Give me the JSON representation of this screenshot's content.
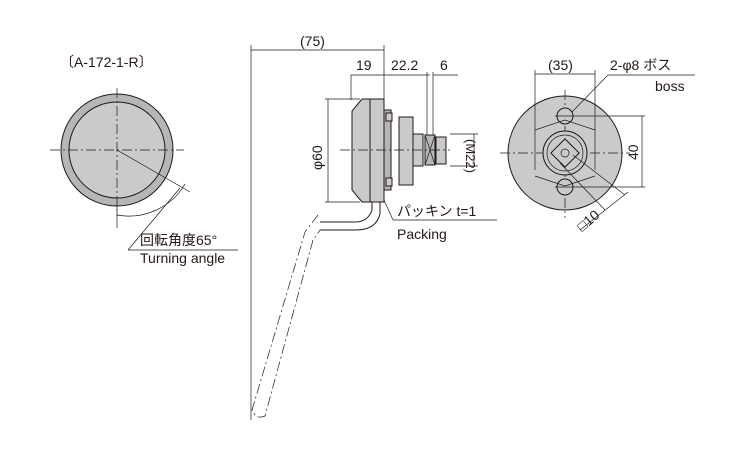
{
  "front_view": {
    "model_label": "〔A-172-1-R〕",
    "turning_angle_jp": "回転角度65°",
    "turning_angle_en": "Turning angle"
  },
  "side_view": {
    "dim_overall": "(75)",
    "dim_19": "19",
    "dim_22_2": "22.2",
    "dim_6": "6",
    "dim_dia60": "φ60",
    "dim_thread": "(M22)",
    "packing_jp": "パッキン t=1",
    "packing_en": "Packing"
  },
  "rear_view": {
    "dim_35": "(35)",
    "boss_jp": "2-φ8 ボス",
    "boss_en": "boss",
    "dim_40": "40",
    "dim_square": "□10"
  },
  "colors": {
    "body": "#c9caca",
    "line": "#231815",
    "accent": "#0070c0"
  }
}
